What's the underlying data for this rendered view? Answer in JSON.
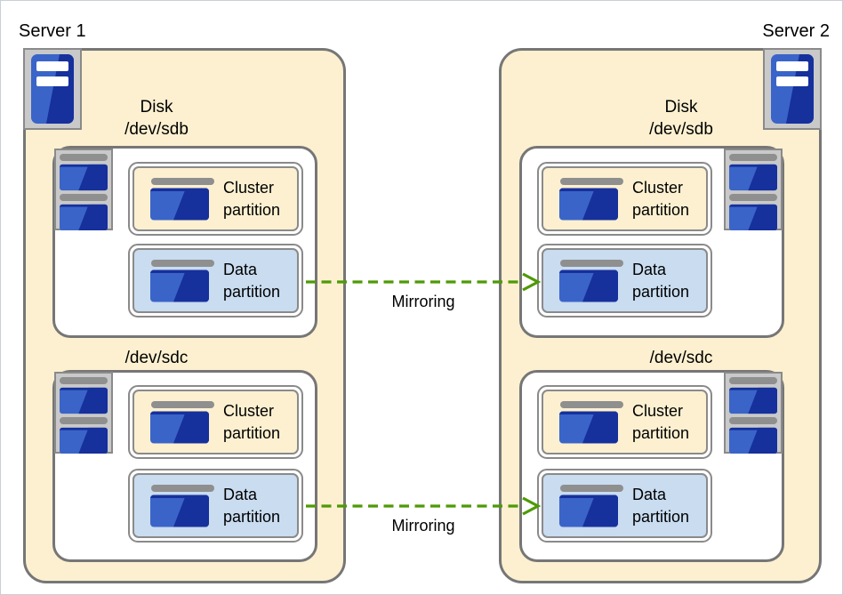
{
  "servers": [
    {
      "label": "Server 1",
      "disks": [
        {
          "title_lines": [
            "Disk",
            "/dev/sdb"
          ],
          "partitions": [
            {
              "line1": "Cluster",
              "line2": "partition"
            },
            {
              "line1": "Data",
              "line2": "partition"
            }
          ]
        },
        {
          "title_lines": [
            "/dev/sdc"
          ],
          "partitions": [
            {
              "line1": "Cluster",
              "line2": "partition"
            },
            {
              "line1": "Data",
              "line2": "partition"
            }
          ]
        }
      ]
    },
    {
      "label": "Server 2",
      "disks": [
        {
          "title_lines": [
            "Disk",
            "/dev/sdb"
          ],
          "partitions": [
            {
              "line1": "Cluster",
              "line2": "partition"
            },
            {
              "line1": "Data",
              "line2": "partition"
            }
          ]
        },
        {
          "title_lines": [
            "/dev/sdc"
          ],
          "partitions": [
            {
              "line1": "Cluster",
              "line2": "partition"
            },
            {
              "line1": "Data",
              "line2": "partition"
            }
          ]
        }
      ]
    }
  ],
  "arrows": [
    {
      "label": "Mirroring"
    },
    {
      "label": "Mirroring"
    }
  ],
  "icons": {
    "server": "server-icon",
    "disk_stack": "disk-stack-icon",
    "disk": "disk-icon",
    "arrow": "mirroring-arrow-icon"
  },
  "colors": {
    "server_fill": "#FCF0D0",
    "cluster_fill": "#FCF0D0",
    "data_fill": "#C9DCF0",
    "box_border": "#767676",
    "partition_border": "#8A8A8A",
    "icon_frame": "#C9C9C9",
    "disk_bar_gray": "#8F8F8F",
    "blue_light": "#3A64C8",
    "blue_dark": "#16309C",
    "arrow_green": "#4E9A06"
  }
}
